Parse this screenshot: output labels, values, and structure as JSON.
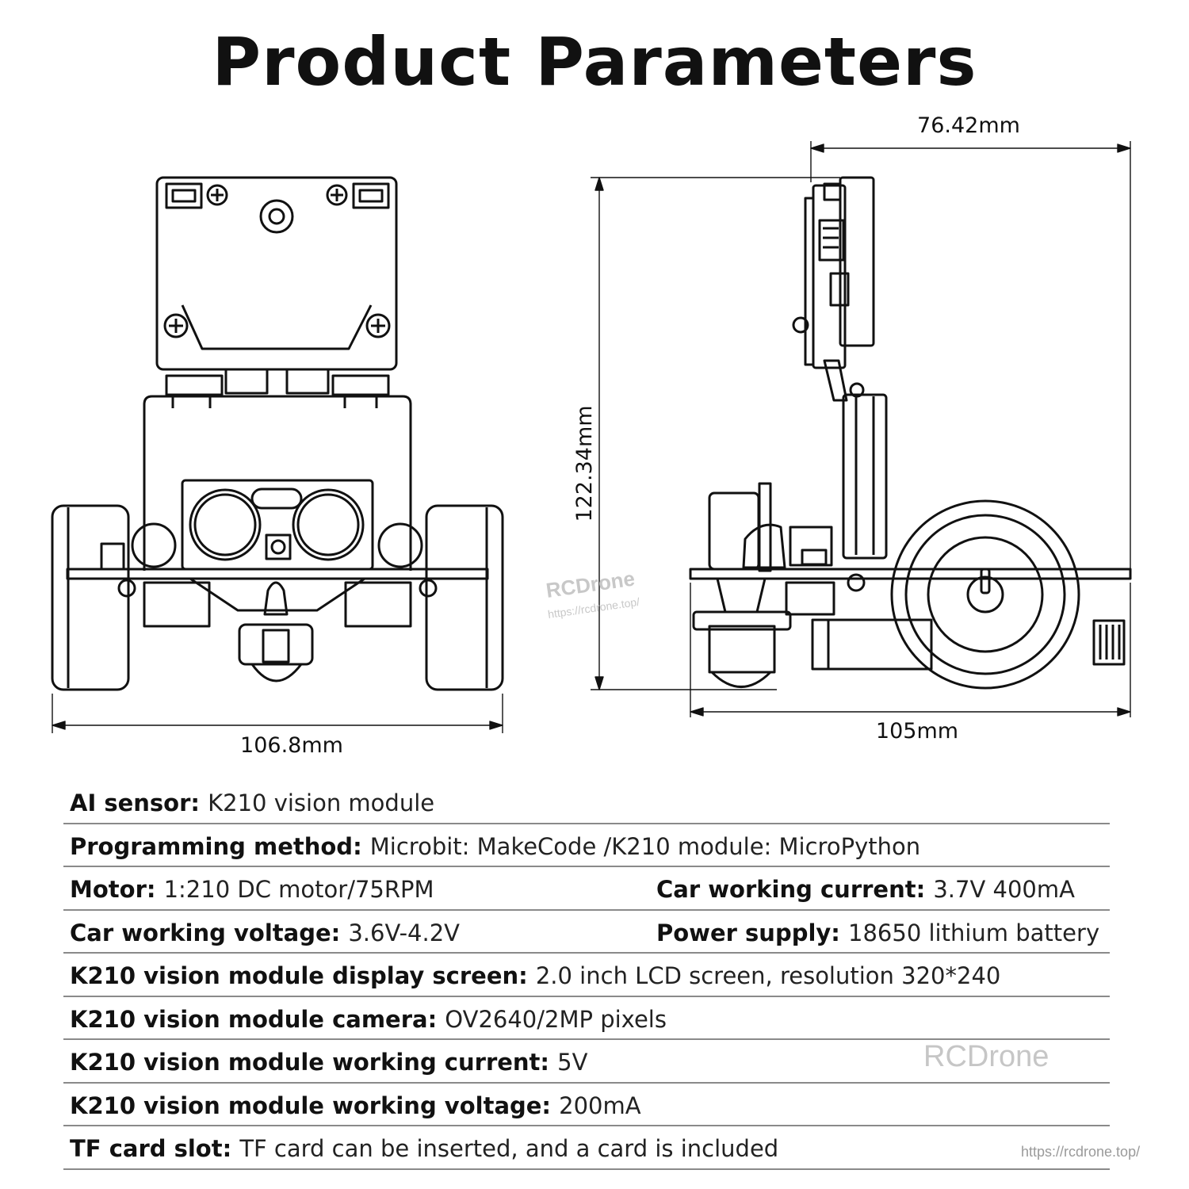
{
  "title": "Product Parameters",
  "dimensions": {
    "front_width": "106.8mm",
    "side_width": "105mm",
    "top_depth": "76.42mm",
    "height": "122.34mm"
  },
  "watermark": {
    "diagram_brand": "RCDrone",
    "diagram_url": "https://rcdrone.top/",
    "table_brand": "RCDrone",
    "footer_url": "https://rcdrone.top/"
  },
  "specs": [
    {
      "cells": [
        {
          "label": "AI sensor:",
          "value": "K210 vision module"
        }
      ]
    },
    {
      "cells": [
        {
          "label": "Programming method:",
          "value": "Microbit: MakeCode /K210 module: MicroPython"
        }
      ]
    },
    {
      "cells": [
        {
          "label": "Motor:",
          "value": "1:210 DC motor/75RPM"
        },
        {
          "label": "Car working current:",
          "value": "3.7V 400mA"
        }
      ]
    },
    {
      "cells": [
        {
          "label": "Car working voltage:",
          "value": "3.6V-4.2V"
        },
        {
          "label": "Power supply:",
          "value": "18650 lithium battery"
        }
      ]
    },
    {
      "cells": [
        {
          "label": "K210 vision module display screen:",
          "value": "2.0 inch LCD screen, resolution 320*240"
        }
      ]
    },
    {
      "cells": [
        {
          "label": "K210 vision module camera:",
          "value": "OV2640/2MP pixels"
        }
      ]
    },
    {
      "cells": [
        {
          "label": "K210 vision module working current:",
          "value": "5V"
        }
      ]
    },
    {
      "cells": [
        {
          "label": "K210 vision module working voltage:",
          "value": "200mA"
        }
      ]
    },
    {
      "cells": [
        {
          "label": "TF card slot:",
          "value": "TF card can be inserted, and a card is included"
        }
      ]
    }
  ]
}
